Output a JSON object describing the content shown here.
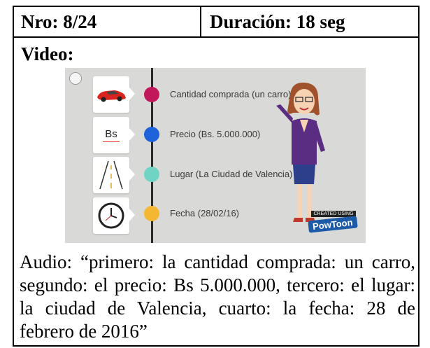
{
  "header": {
    "number": "Nro: 8/24",
    "duration": "Duración: 18 seg"
  },
  "video_label": "Video:",
  "slide": {
    "items": [
      {
        "icon": "car-icon",
        "text": "Cantidad comprada (un carro)",
        "color": "#c2185b"
      },
      {
        "icon": "bs-currency-icon",
        "icon_text": "Bs",
        "text": "Precio (Bs. 5.000.000)",
        "color": "#1e63d9"
      },
      {
        "icon": "road-icon",
        "text": "Lugar (La Ciudad de Valencia)",
        "color": "#6fd4c4"
      },
      {
        "icon": "clock-icon",
        "text": "Fecha (28/02/16)",
        "color": "#f5b731"
      }
    ],
    "watermark": {
      "created_using": "CREATED USING",
      "brand": "PowToon"
    }
  },
  "audio": "Audio: “primero: la cantidad comprada: un carro, segundo: el precio: Bs 5.000.000, tercero: el lugar: la ciudad de Valencia, cuarto: la fecha: 28 de febrero de 2016”"
}
